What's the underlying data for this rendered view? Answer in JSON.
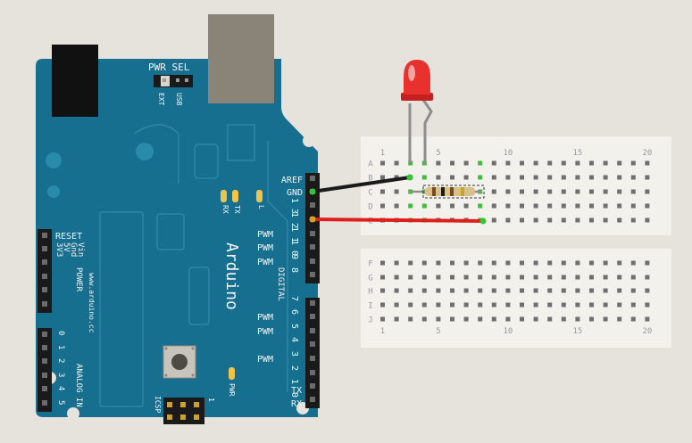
{
  "colors": {
    "background": "#e6e2dc",
    "board": "#176f8f",
    "board_line": "#2f86a5",
    "board_text": "#f1f4f5",
    "header": "#1a1a1a",
    "usb": "#8a8377",
    "breadboard": "#f3f1ec",
    "hole": "#6f6f6f",
    "hole_active": "#34c434",
    "wire_black": "#1b1b1b",
    "wire_red": "#e01e1e",
    "led": "#e8302c",
    "leg": "#8d8d8d"
  },
  "board": {
    "pwr_sel": "PWR SEL",
    "ext": "EXT",
    "usb": "USB",
    "aref": "AREF",
    "gnd": "GND",
    "digital_pin_labels": [
      "1 3",
      "1 2",
      "1 1",
      "1 0",
      "9",
      "8",
      "7",
      "6",
      "5",
      "4",
      "3",
      "2",
      "1",
      "0"
    ],
    "pwm_rows": [
      "PWM",
      "PWM",
      "PWM",
      "PWM",
      "PWM",
      "PWM"
    ],
    "tx_label": "TX",
    "rx_label": "RX",
    "tx_pin": "TX",
    "rx_pin": "RX",
    "l_label": "L",
    "brand": "Arduino",
    "digital": "DIGITAL",
    "reset": "RESET",
    "power_pins": [
      "3V3",
      "5V",
      "Gnd",
      "Vin"
    ],
    "power": "POWER",
    "analog_in": "ANALOG IN",
    "analog_pins": [
      "0",
      "1",
      "2",
      "3",
      "4",
      "5"
    ],
    "url": "www.arduino.cc",
    "icsp": "ICSP",
    "pwr": "PWR",
    "one": "1"
  },
  "breadboard": {
    "row_labels_top": [
      "A",
      "B",
      "C",
      "D",
      "E"
    ],
    "row_labels_bottom": [
      "F",
      "G",
      "H",
      "I",
      "J"
    ],
    "column_numbers_top": [
      "1",
      "5",
      "10",
      "15",
      "20"
    ],
    "column_numbers_bottom": [
      "1",
      "5",
      "10",
      "15",
      "20"
    ]
  }
}
